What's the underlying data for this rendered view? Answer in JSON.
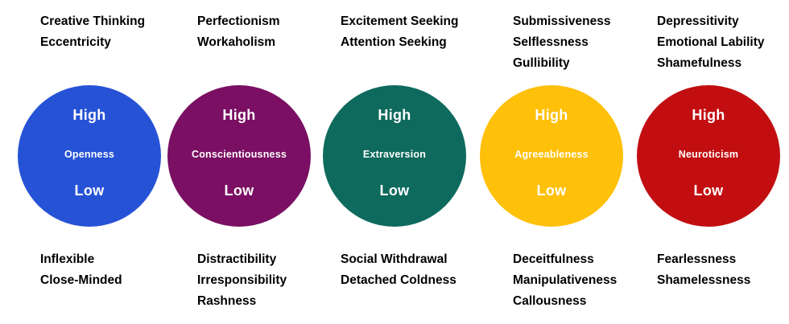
{
  "traits": [
    {
      "name": "Openness",
      "color": "#2652D6",
      "high_label": "High",
      "low_label": "Low",
      "high_traits": [
        "Creative Thinking",
        "Eccentricity"
      ],
      "low_traits": [
        "Inflexible",
        "Close-Minded"
      ]
    },
    {
      "name": "Conscientiousness",
      "color": "#7A0F63",
      "high_label": "High",
      "low_label": "Low",
      "high_traits": [
        "Perfectionism",
        "Workaholism"
      ],
      "low_traits": [
        "Distractibility",
        "Irresponsibility",
        "Rashness"
      ]
    },
    {
      "name": "Extraversion",
      "color": "#0E6A5D",
      "high_label": "High",
      "low_label": "Low",
      "high_traits": [
        "Excitement Seeking",
        "Attention Seeking"
      ],
      "low_traits": [
        "Social Withdrawal",
        "Detached Coldness"
      ]
    },
    {
      "name": "Agreeableness",
      "color": "#FFC00A",
      "high_label": "High",
      "low_label": "Low",
      "high_traits": [
        "Submissiveness",
        "Selflessness",
        "Gullibility"
      ],
      "low_traits": [
        "Deceitfulness",
        "Manipulativeness",
        "Callousness"
      ]
    },
    {
      "name": "Neuroticism",
      "color": "#C20E11",
      "high_label": "High",
      "low_label": "Low",
      "high_traits": [
        "Depressitivity",
        "Emotional Lability",
        "Shamefulness"
      ],
      "low_traits": [
        "Fearlessness",
        "Shamelessness"
      ]
    }
  ]
}
